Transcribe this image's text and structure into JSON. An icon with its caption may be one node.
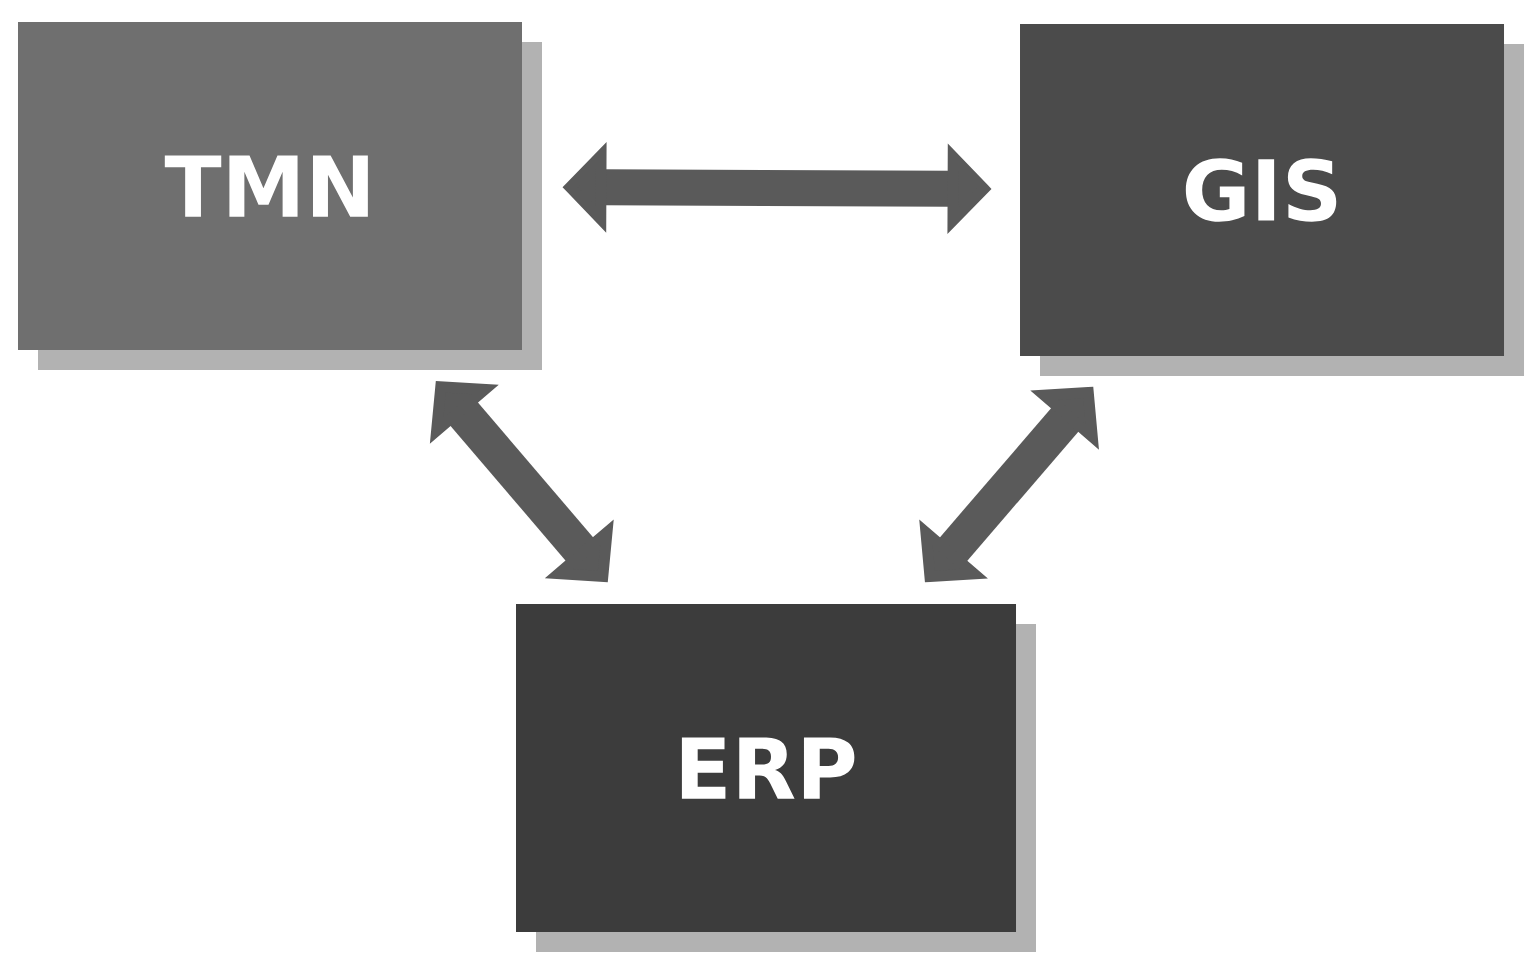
{
  "diagram": {
    "nodes": [
      {
        "text": [
          "TMN"
        ]
      },
      {
        "text": [
          "GIS"
        ]
      },
      {
        "text": [
          "ERP"
        ]
      }
    ],
    "edges": [
      {
        "from": 0,
        "to": 1,
        "arrow": "both"
      },
      {
        "from": 0,
        "to": 2,
        "arrow": "both"
      },
      {
        "from": 1,
        "to": 2,
        "arrow": "both"
      }
    ]
  }
}
